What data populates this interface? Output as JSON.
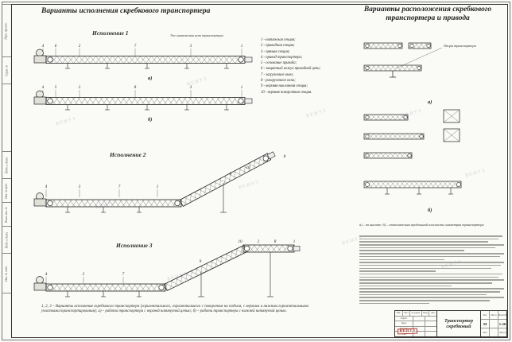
{
  "page": {
    "title_left": "Варианты исполнения скребкового транспортера",
    "title_right_line1": "Варианты расположения скребкового",
    "title_right_line2": "транспортера и привода",
    "watermark": "ВЕИУЗ"
  },
  "legend": {
    "heading": "Узел натяжения цепи транспортера",
    "items": [
      "1 -  натяжная секция;",
      "2 -  приводная секция;",
      "3 -  прямая секция;",
      "4 -  привод транспортера;",
      "5 -  основание привода;",
      "6 -  защитный кожух приводной цепи;",
      "7 -  загрузочное окно;",
      "8 -  разгрузочное окно;",
      "9 -  верхняя наклонная секция;",
      "10 - верхняя поворотная секция."
    ]
  },
  "executions": {
    "e1": {
      "label": "Исполнение  1",
      "marker_a": "а)",
      "marker_b": "б)"
    },
    "e2": {
      "label": "Исполнение  2"
    },
    "e3": {
      "label": "Исполнение  3"
    }
  },
  "callouts": {
    "e1a": [
      "4",
      "6",
      "2",
      "7",
      "3",
      "1"
    ],
    "e1b": [
      "4",
      "5",
      "2",
      "8",
      "3",
      "1"
    ],
    "e2": [
      "4",
      "3",
      "7",
      "1",
      "9",
      "10",
      "2",
      "8"
    ],
    "e3": [
      "4",
      "3",
      "7",
      "9",
      "10",
      "2",
      "8",
      "1"
    ]
  },
  "right_panel": {
    "support_label": "Опора транспортера",
    "marker_a": "а)",
    "marker_b": "б)",
    "caption": "а) – по высоте;  б) – относительно продольной плоскости симметрии транспортера"
  },
  "footnote": "1, 2, 3 – Варианты исполнения скребкового транспортера (горизонтального, горизонтального с поворотом на подъем, с верхним и нижним горизонтальными участками транспортирования); а) – работа транспортера с верхней натянутой цепью; б) – работа транспортера с нижней натянутой цепью.",
  "margin_labels": [
    "Перв. примен.",
    "Справ. №",
    "Подп. и дата",
    "Инв. № дубл.",
    "Взам. инв. №",
    "Подп. и дата",
    "Инв. № подл."
  ],
  "titleblock": {
    "header": [
      "Изм.",
      "Лист",
      "№ докум.",
      "Подп.",
      "Дата"
    ],
    "rows": [
      "Разраб.",
      "Пров.",
      "Н.контр.",
      "Утв."
    ],
    "name_line1": "Транспортер",
    "name_line2": "скребковый",
    "lit_label": "Лит.",
    "lit_value": "М",
    "mass_label": "Масса",
    "scale_label": "Масштаб",
    "scale_value": "1:20",
    "sheet_label": "Лист",
    "sheets_label": "Листов",
    "logo": "ВЕИУЗ"
  }
}
